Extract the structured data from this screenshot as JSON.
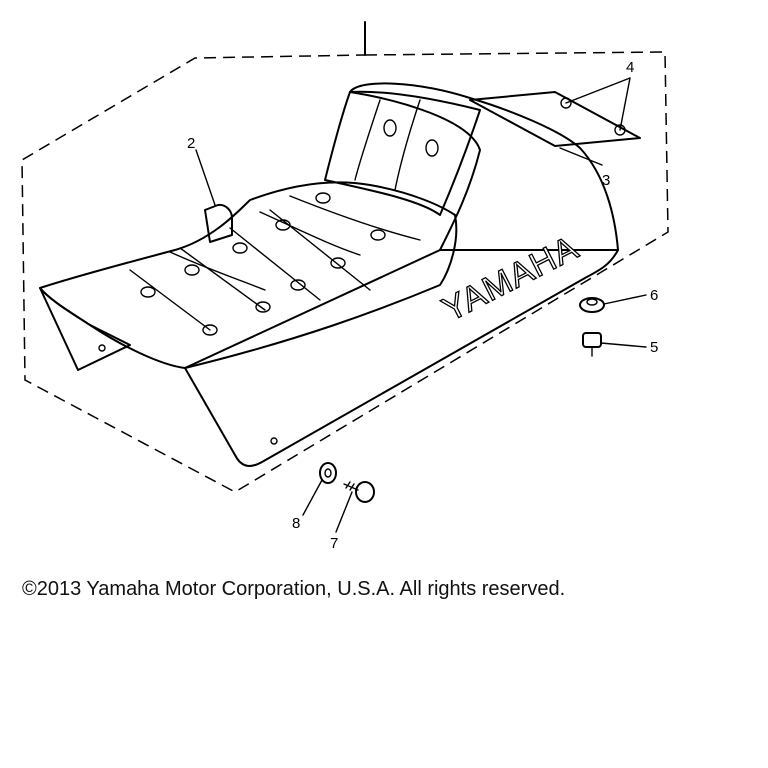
{
  "brand_text": "YAMAHA",
  "callouts": [
    {
      "id": "1",
      "label": "2"
    },
    {
      "id": "2",
      "label": "4"
    },
    {
      "id": "3",
      "label": "3"
    },
    {
      "id": "4",
      "label": "6"
    },
    {
      "id": "5",
      "label": "5"
    },
    {
      "id": "6",
      "label": "8"
    },
    {
      "id": "7",
      "label": "7"
    }
  ],
  "footer": {
    "copyright": "©2013 Yamaha Motor Corporation, U.S.A. All rights reserved."
  }
}
